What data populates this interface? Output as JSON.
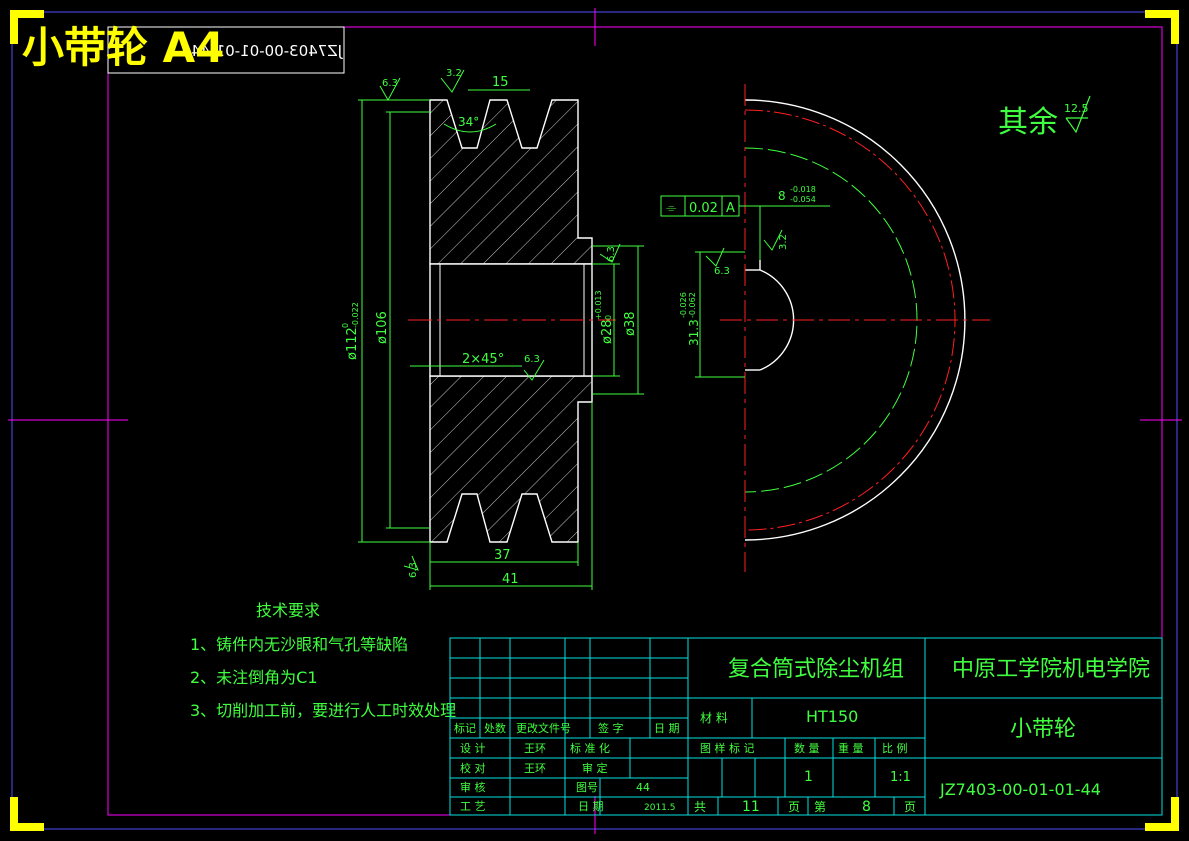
{
  "sheet": {
    "title": "小带轮 A4",
    "mirrored_code": "JZ7403-00-01-01-44",
    "remaining_roughness_label": "其余",
    "remaining_roughness_value": "12.5"
  },
  "dims": {
    "r32_top": "3.2",
    "r63_topleft": "6.3",
    "groove_pitch": "15",
    "groove_angle": "34°",
    "dia_112": "ø112",
    "dia_112_tol_up": "0",
    "dia_112_tol_low": "-0.022",
    "dia_106": "ø106",
    "dia_28": "ø28",
    "dia_28_tol_up": "+0.013",
    "dia_28_tol_low": "0",
    "dia_38": "ø38",
    "chamfer": "2×45°",
    "r63_bore": "6.3",
    "r63_side": "6.3",
    "r63_bottom": "6.3",
    "width_37": "37",
    "width_41": "41",
    "geo_sym": "⌯",
    "geo_tol": "0.02",
    "geo_datum": "A",
    "key_width": "8",
    "key_tol_up": "-0.018",
    "key_tol_low": "-0.054",
    "key_r32": "3.2",
    "key_r63": "6.3",
    "key_depth": "31.3",
    "key_depth_tol_up": "-0.026",
    "key_depth_tol_low": "-0.062"
  },
  "notes": {
    "heading": "技术要求",
    "items": [
      "1、铸件内无沙眼和气孔等缺陷",
      "2、未注倒角为C1",
      "3、切削加工前，要进行人工时效处理"
    ]
  },
  "title_block": {
    "project": "复合筒式除尘机组",
    "school": "中原工学院机电学院",
    "part_name": "小带轮",
    "material_label": "材  料",
    "material": "HT150",
    "drawing_no": "JZ7403-00-01-01-44",
    "hdr_mark": "标记",
    "hdr_count": "处数",
    "hdr_doc": "更改文件号",
    "hdr_sign": "签  字",
    "hdr_date": "日  期",
    "design_label": "设  计",
    "design_name": "王环",
    "std_label": "标 准 化",
    "check_label": "校  对",
    "check_name": "王环",
    "review_label": "审  定",
    "audit_label": "审  核",
    "figno_label": "图号",
    "figno_value": "44",
    "process_label": "工  艺",
    "date_label": "日  期",
    "date_value": "2011.5",
    "stage_label": "图 样 标 记",
    "qty_label": "数  量",
    "weight_label": "重  量",
    "scale_label": "比  例",
    "qty_value": "1",
    "scale_value": "1:1",
    "total_label": "共",
    "total_pages": "11",
    "page_label": "页",
    "seq_label": "第",
    "seq_page": "8",
    "page_label2": "页"
  }
}
